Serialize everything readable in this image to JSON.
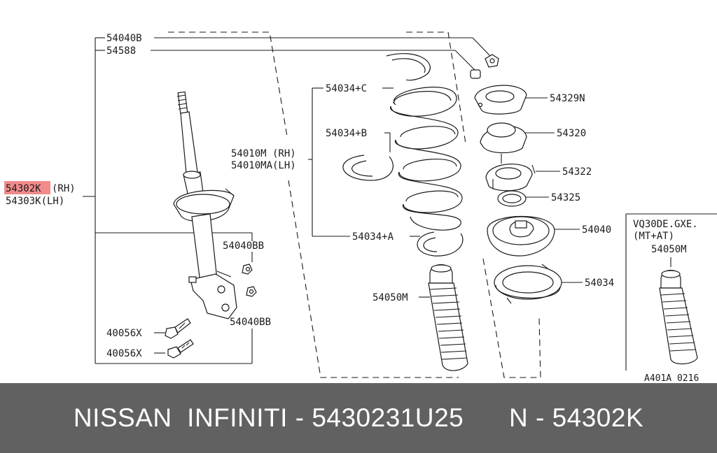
{
  "callouts": {
    "c_54040B": "54040B",
    "c_54588": "54588",
    "c_54302K": "54302K",
    "c_54302K_rh": "(RH)",
    "c_54303K": "54303K(LH)",
    "c_54040BB_top": "54040BB",
    "c_54040BB_bot": "54040BB",
    "c_40056X_top": "40056X",
    "c_40056X_bot": "40056X",
    "c_54034C": "54034+C",
    "c_54034B": "54034+B",
    "c_54034A": "54034+A",
    "c_54010M": "54010M (RH)",
    "c_54010MA": "54010MA(LH)",
    "c_54050M": "54050M",
    "c_54329N": "54329N",
    "c_54320": "54320",
    "c_54322": "54322",
    "c_54325": "54325",
    "c_54040": "54040",
    "c_54034": "54034"
  },
  "inset": {
    "line1": "VQ30DE.GXE.",
    "line2": "(MT+AT)",
    "part": "54050M"
  },
  "diagram_code": "A401A 0216",
  "highlight_color": "#f28b8b",
  "footer": {
    "brands": "NISSAN  INFINITI",
    "separator1": "-",
    "oem_number": "5430231U25",
    "prefix": "N",
    "separator2": "-",
    "part_number": "54302K"
  }
}
